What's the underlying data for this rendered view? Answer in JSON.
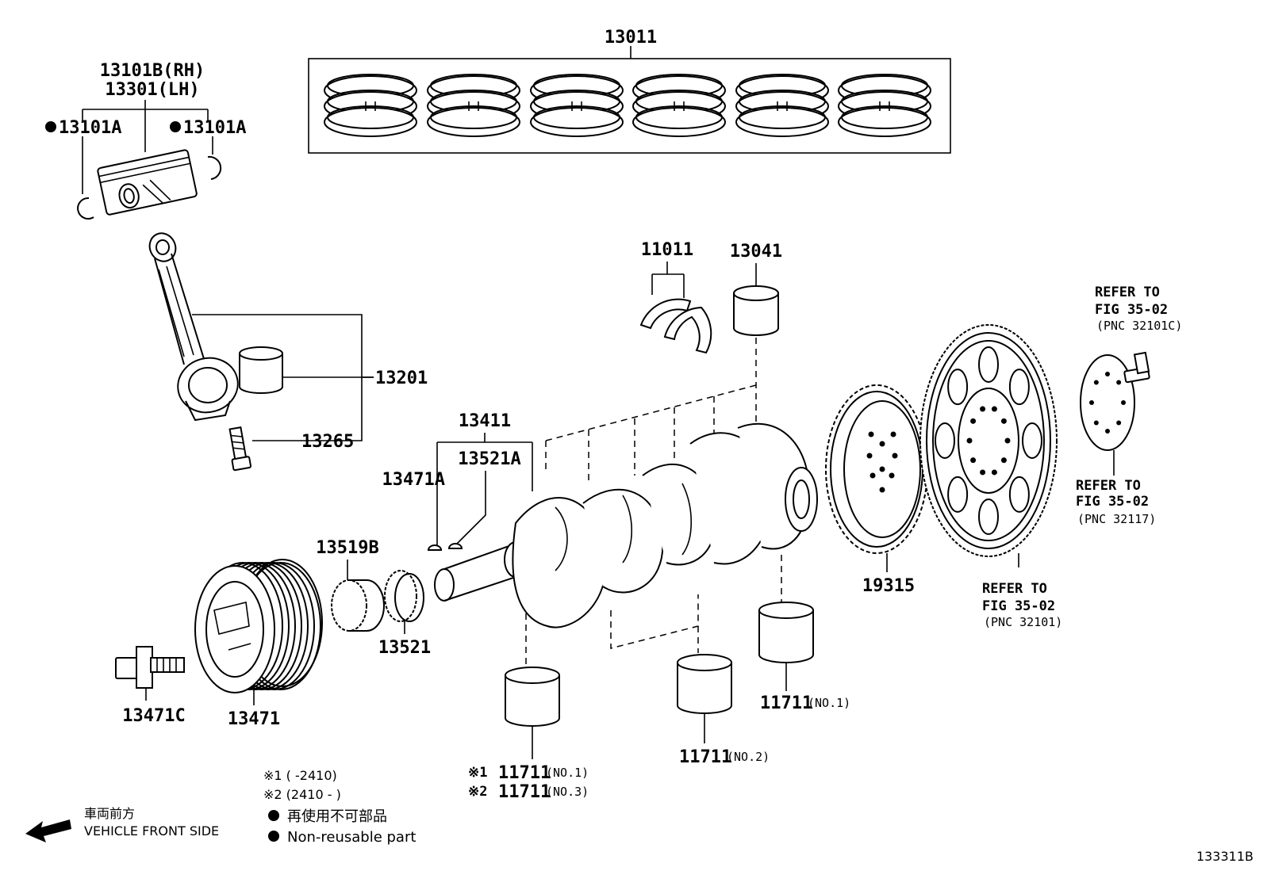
{
  "labels": {
    "rings_set": "13011",
    "piston_rh": "13101B(RH)",
    "piston_lh": "13301(LH)",
    "snap_ring_left": "13101A",
    "snap_ring_right": "13101A",
    "con_rod": "13201",
    "con_rod_bolt": "13265",
    "thrust_washer": "11011",
    "rod_bearing": "13041",
    "crankshaft_key_set": "13411",
    "key_13521a": "13521A",
    "key_13471a": "13471A",
    "sprocket_13519b": "13519B",
    "sprocket_13521": "13521",
    "pulley": "13471",
    "pulley_bolt": "13471C",
    "drive_plate": "19315",
    "main_bearing_no1_right": "11711",
    "main_bearing_no1_right_suffix": "(NO.1)",
    "main_bearing_no2": "11711",
    "main_bearing_no2_suffix": "(NO.2)",
    "main_bearing_left_1": "11711",
    "main_bearing_left_1_prefix": "※1",
    "main_bearing_left_1_suffix": "(NO.1)",
    "main_bearing_left_2": "11711",
    "main_bearing_left_2_prefix": "※2",
    "main_bearing_left_2_suffix": "(NO.3)",
    "diagram_id": "133311B"
  },
  "references": {
    "ref_top": {
      "line1": "REFER TO",
      "line2": "FIG 35-02",
      "line3": "(PNC 32101C)"
    },
    "ref_mid": {
      "line1": "REFER TO",
      "line2": "FIG 35-02",
      "line3": "(PNC 32117)"
    },
    "ref_bottom": {
      "line1": "REFER TO",
      "line2": "FIG 35-02",
      "line3": "(PNC 32101)"
    }
  },
  "legend": {
    "range1": "※1 (      -2410)",
    "range2": "※2 (2410 -      )",
    "non_reusable_jp": "再使用不可部品",
    "non_reusable_en": "Non-reusable part",
    "front_jp": "車両前方",
    "front_en": "VEHICLE FRONT SIDE"
  }
}
